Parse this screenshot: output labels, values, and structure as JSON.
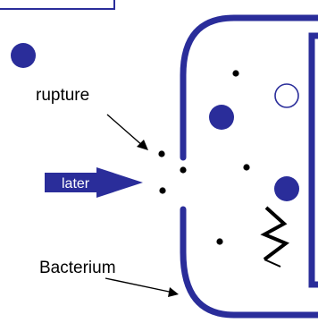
{
  "labels": {
    "rupture": "rupture",
    "later": "later",
    "bacterium": "Bacterium"
  },
  "colors": {
    "particle": "#2a2d9a",
    "membrane": "#2a2d9a",
    "dot": "#000000",
    "line": "#000000",
    "background": "#ffffff"
  }
}
